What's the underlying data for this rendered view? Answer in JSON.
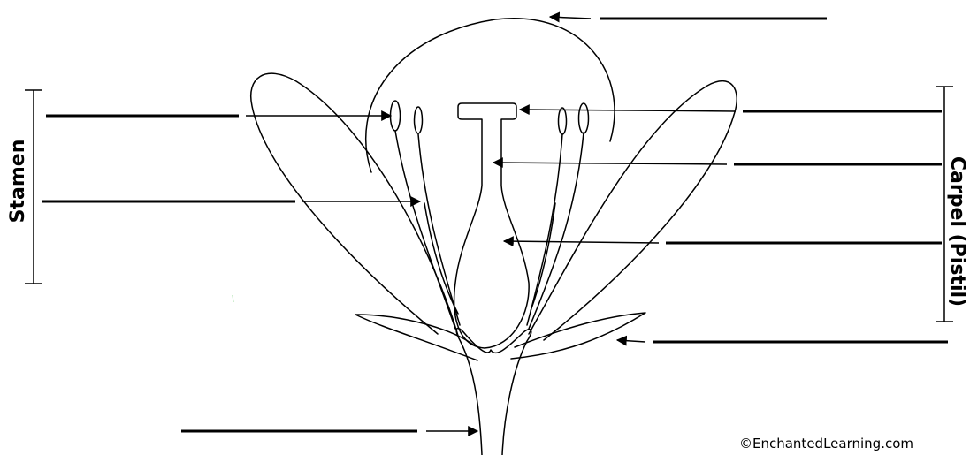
{
  "labels": {
    "stamen": "Stamen",
    "carpel": "Carpel (Pistil)"
  },
  "copyright": "©EnchantedLearning.com",
  "colors": {
    "ink": "#000000",
    "background": "#ffffff"
  }
}
